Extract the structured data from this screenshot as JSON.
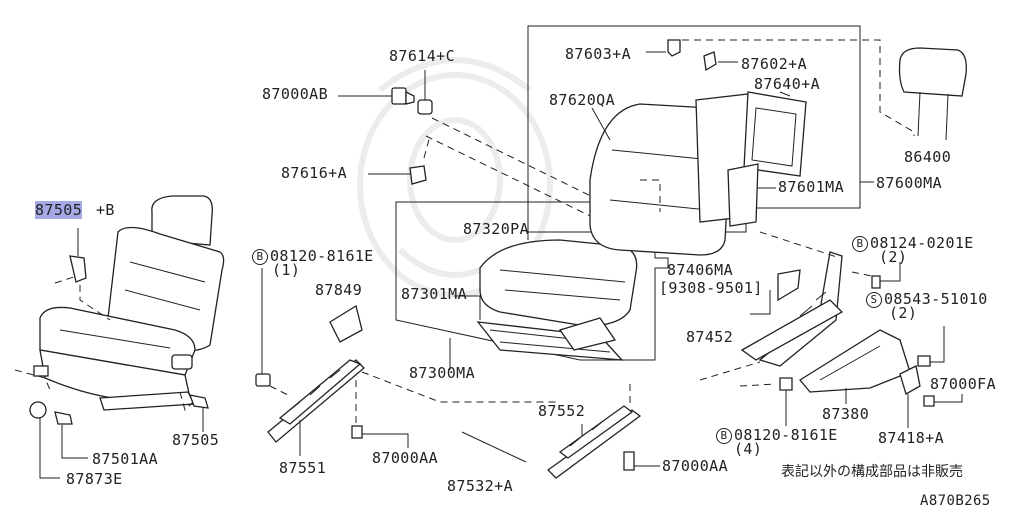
{
  "diagram_id": "A870B265",
  "note": "表記以外の構成部品は非販売",
  "labels": {
    "p87505B": "87505",
    "p87505B_suffix": "+B",
    "p87501AA": "87501AA",
    "p87873E": "87873E",
    "p87505": "87505",
    "p87000AB": "87000AB",
    "p87614C": "87614+C",
    "p87616A": "87616+A",
    "bolt1_symbol": "B",
    "bolt1_code": "08120-8161E",
    "bolt1_qty": "(1)",
    "p87849": "87849",
    "p87551": "87551",
    "p87000AA_left": "87000AA",
    "p87320PA": "87320PA",
    "p87301MA": "87301MA",
    "p87300MA": "87300MA",
    "p87552": "87552",
    "p87532A": "87532+A",
    "p87000AA_mid": "87000AA",
    "p87603A": "87603+A",
    "p87602A": "87602+A",
    "p87640A": "87640+A",
    "p87620QA": "87620QA",
    "p87601MA": "87601MA",
    "p87600MA": "87600MA",
    "p86400": "86400",
    "p87406MA": "87406MA",
    "p87406MA_range": "[9308-9501]",
    "bolt2_symbol": "B",
    "bolt2_code": "08124-0201E",
    "bolt2_qty": "(2)",
    "screw_symbol": "S",
    "screw_code": "08543-51010",
    "screw_qty": "(2)",
    "p87452": "87452",
    "p87000FA": "87000FA",
    "p87380": "87380",
    "p87418A": "87418+A",
    "bolt3_symbol": "B",
    "bolt3_code": "08120-8161E",
    "bolt3_qty": "(4)"
  }
}
